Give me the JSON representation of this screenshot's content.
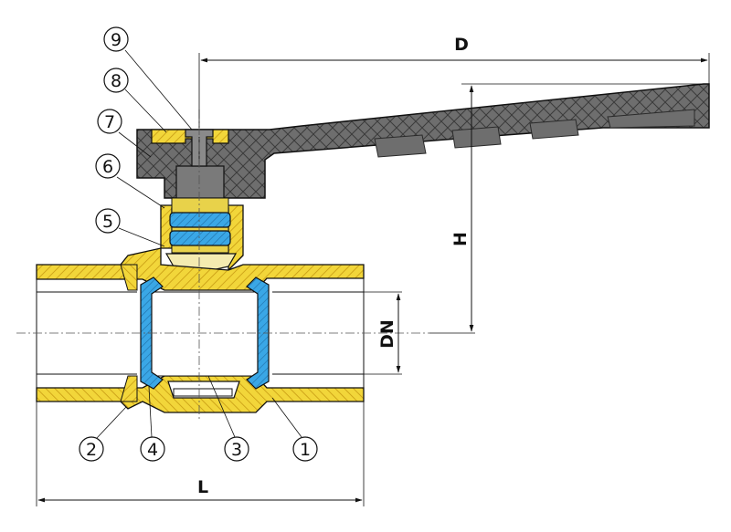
{
  "dimensions": {
    "D": "D",
    "H": "H",
    "DN": "DN",
    "L": "L"
  },
  "callouts": [
    {
      "id": "1",
      "label": "1"
    },
    {
      "id": "2",
      "label": "2"
    },
    {
      "id": "3",
      "label": "3"
    },
    {
      "id": "4",
      "label": "4"
    },
    {
      "id": "5",
      "label": "5"
    },
    {
      "id": "6",
      "label": "6"
    },
    {
      "id": "7",
      "label": "7"
    },
    {
      "id": "8",
      "label": "8"
    },
    {
      "id": "9",
      "label": "9"
    }
  ],
  "colors": {
    "brass": "#f2d63a",
    "hatch": "#c79a12",
    "seal": "#3aa7e6",
    "handle": "#6e6e6e",
    "handle_hatch": "#3b3b3b",
    "outline": "#111111"
  }
}
